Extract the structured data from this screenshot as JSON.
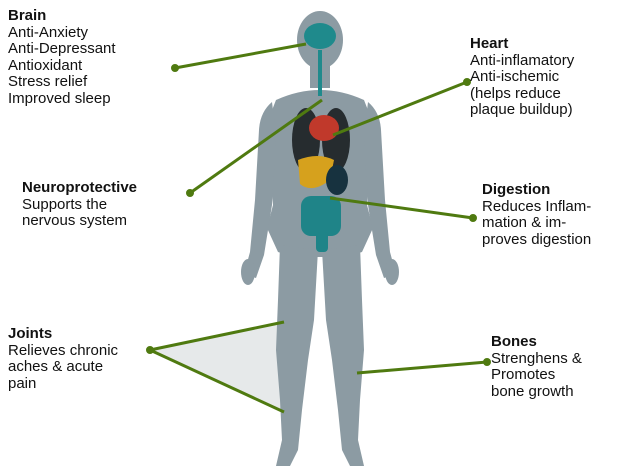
{
  "colors": {
    "body": "#8c9ba3",
    "body_edge": "#b7c3c9",
    "brain": "#1f8a8c",
    "heart": "#c0392b",
    "liver": "#d6a11d",
    "lungs": "#262c2f",
    "intestine": "#1f8488",
    "stomach": "#17323f",
    "connector": "#4f7a10",
    "joint_area": "#e6e9ea"
  },
  "labels": {
    "brain": {
      "title": "Brain",
      "items": [
        "Anti-Anxiety",
        "Anti-Depressant",
        "Antioxidant",
        "Stress relief",
        "Improved sleep"
      ]
    },
    "heart": {
      "title": "Heart",
      "items": [
        "Anti-inflamatory",
        "Anti-ischemic",
        "(helps reduce",
        "plaque buildup)"
      ]
    },
    "neuro": {
      "title": "Neuroprotective",
      "items": [
        "Supports the",
        "nervous system"
      ]
    },
    "digestion": {
      "title": "Digestion",
      "items": [
        "Reduces Inflam-",
        "mation & im-",
        "proves digestion"
      ]
    },
    "joints": {
      "title": "Joints",
      "items": [
        "Relieves chronic",
        "aches & acute",
        "pain"
      ]
    },
    "bones": {
      "title": "Bones",
      "items": [
        "Strenghens &",
        "Promotes",
        "bone growth"
      ]
    }
  }
}
